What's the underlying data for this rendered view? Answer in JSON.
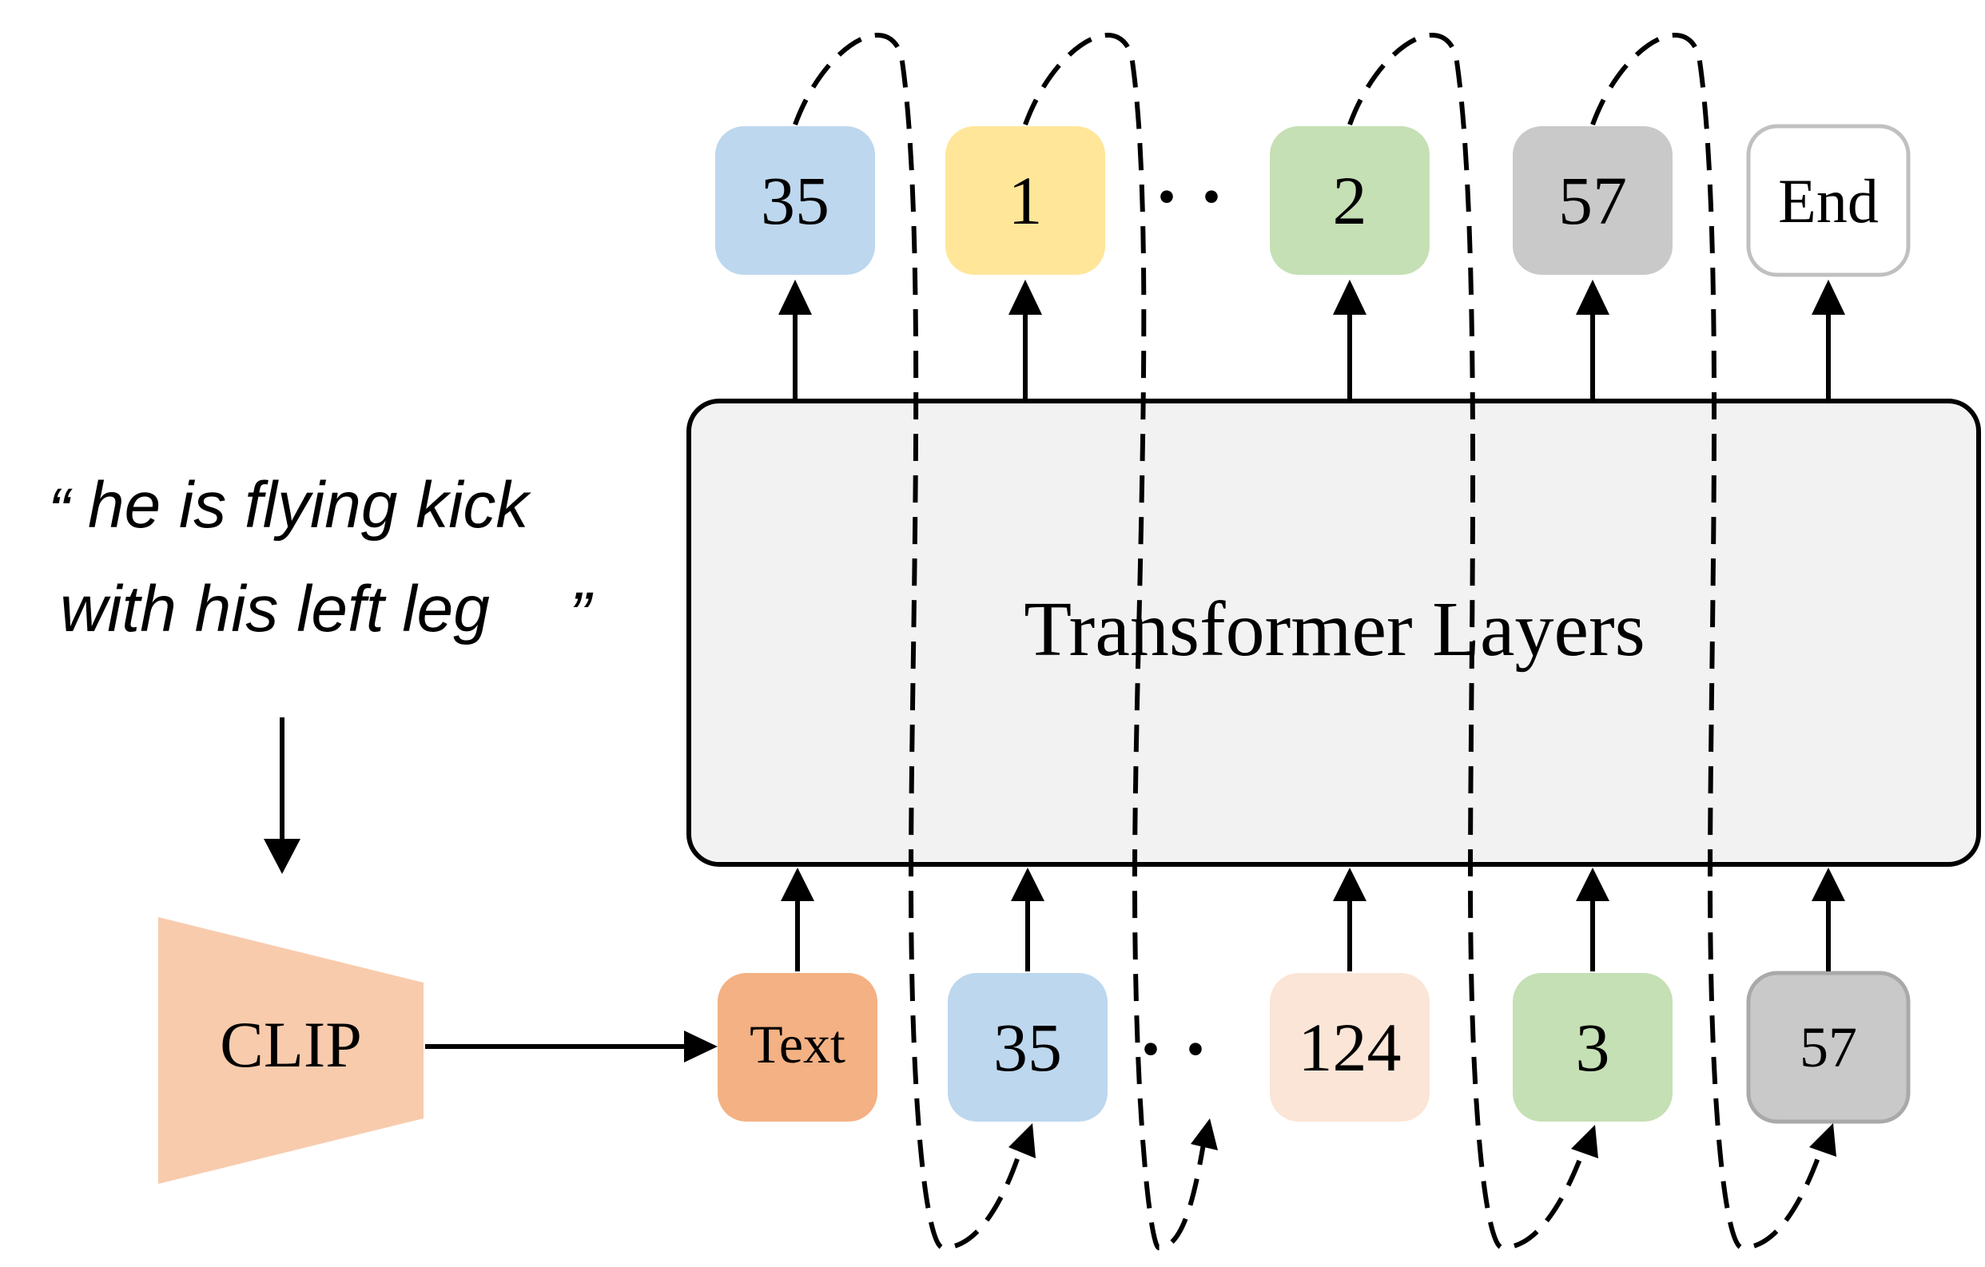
{
  "caption": {
    "line1": "he is flying kick",
    "line2": "with his left leg",
    "open_quote": "“",
    "close_quote": "”"
  },
  "encoder": {
    "label": "CLIP",
    "color": "#f8cbad"
  },
  "transformer": {
    "label": "Transformer Layers",
    "fill": "#f2f2f2"
  },
  "ellipsis": "· ·",
  "output_tokens": [
    {
      "label": "35",
      "color": "#bdd7ee"
    },
    {
      "label": "1",
      "color": "#ffe699"
    },
    {
      "label": "2",
      "color": "#c5e0b4"
    },
    {
      "label": "57",
      "color": "#c9c9c9"
    },
    {
      "label": "End",
      "color": "#ffffff"
    }
  ],
  "input_tokens": [
    {
      "label": "Text",
      "color": "#f4b183"
    },
    {
      "label": "35",
      "color": "#bdd7ee"
    },
    {
      "label": "124",
      "color": "#fbe5d6"
    },
    {
      "label": "3",
      "color": "#c5e0b4"
    },
    {
      "label": "57",
      "color": "#c9c9c9"
    }
  ]
}
